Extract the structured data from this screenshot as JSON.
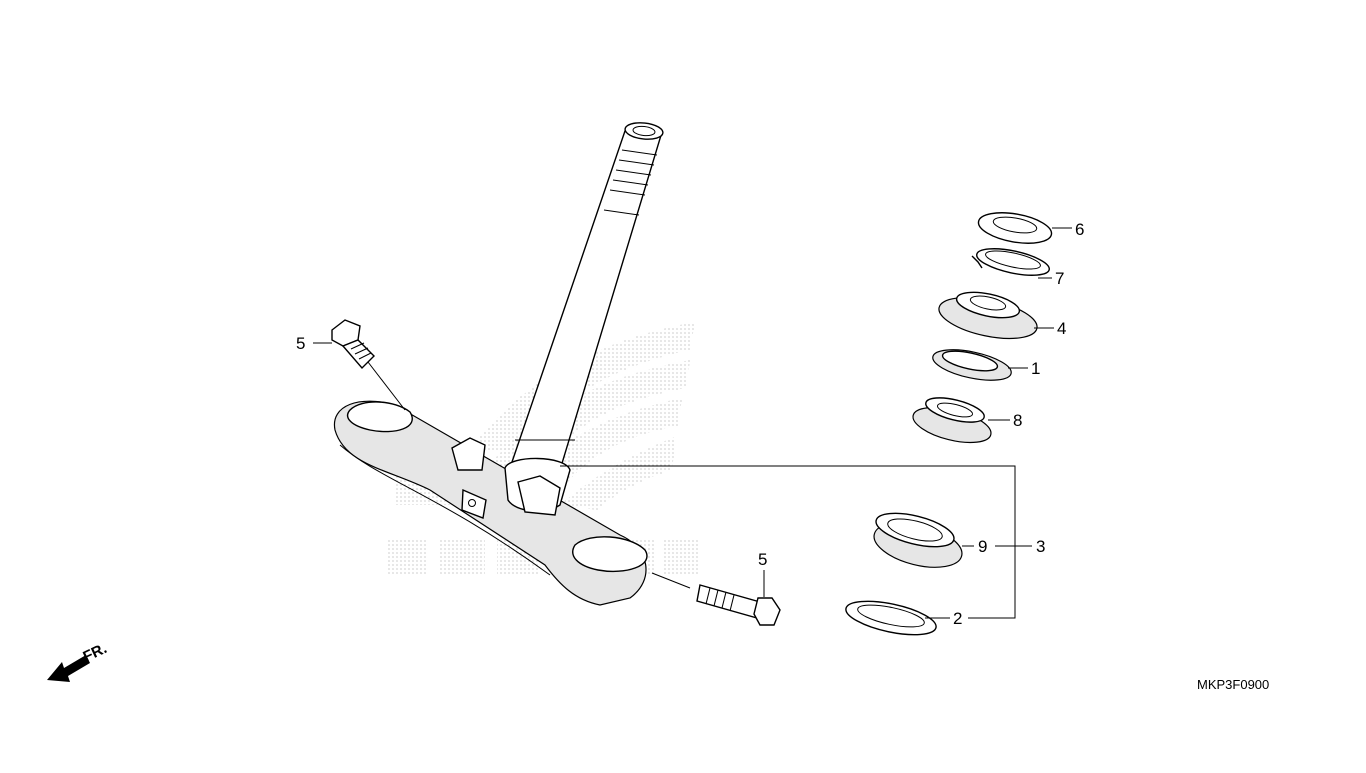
{
  "diagram": {
    "code": "MKP3F0900",
    "direction_label": "FR.",
    "callouts": {
      "c6": "6",
      "c7": "7",
      "c4": "4",
      "c1": "1",
      "c8": "8",
      "c9": "9",
      "c3": "3",
      "c2": "2",
      "c5_left": "5",
      "c5_right": "5"
    }
  }
}
